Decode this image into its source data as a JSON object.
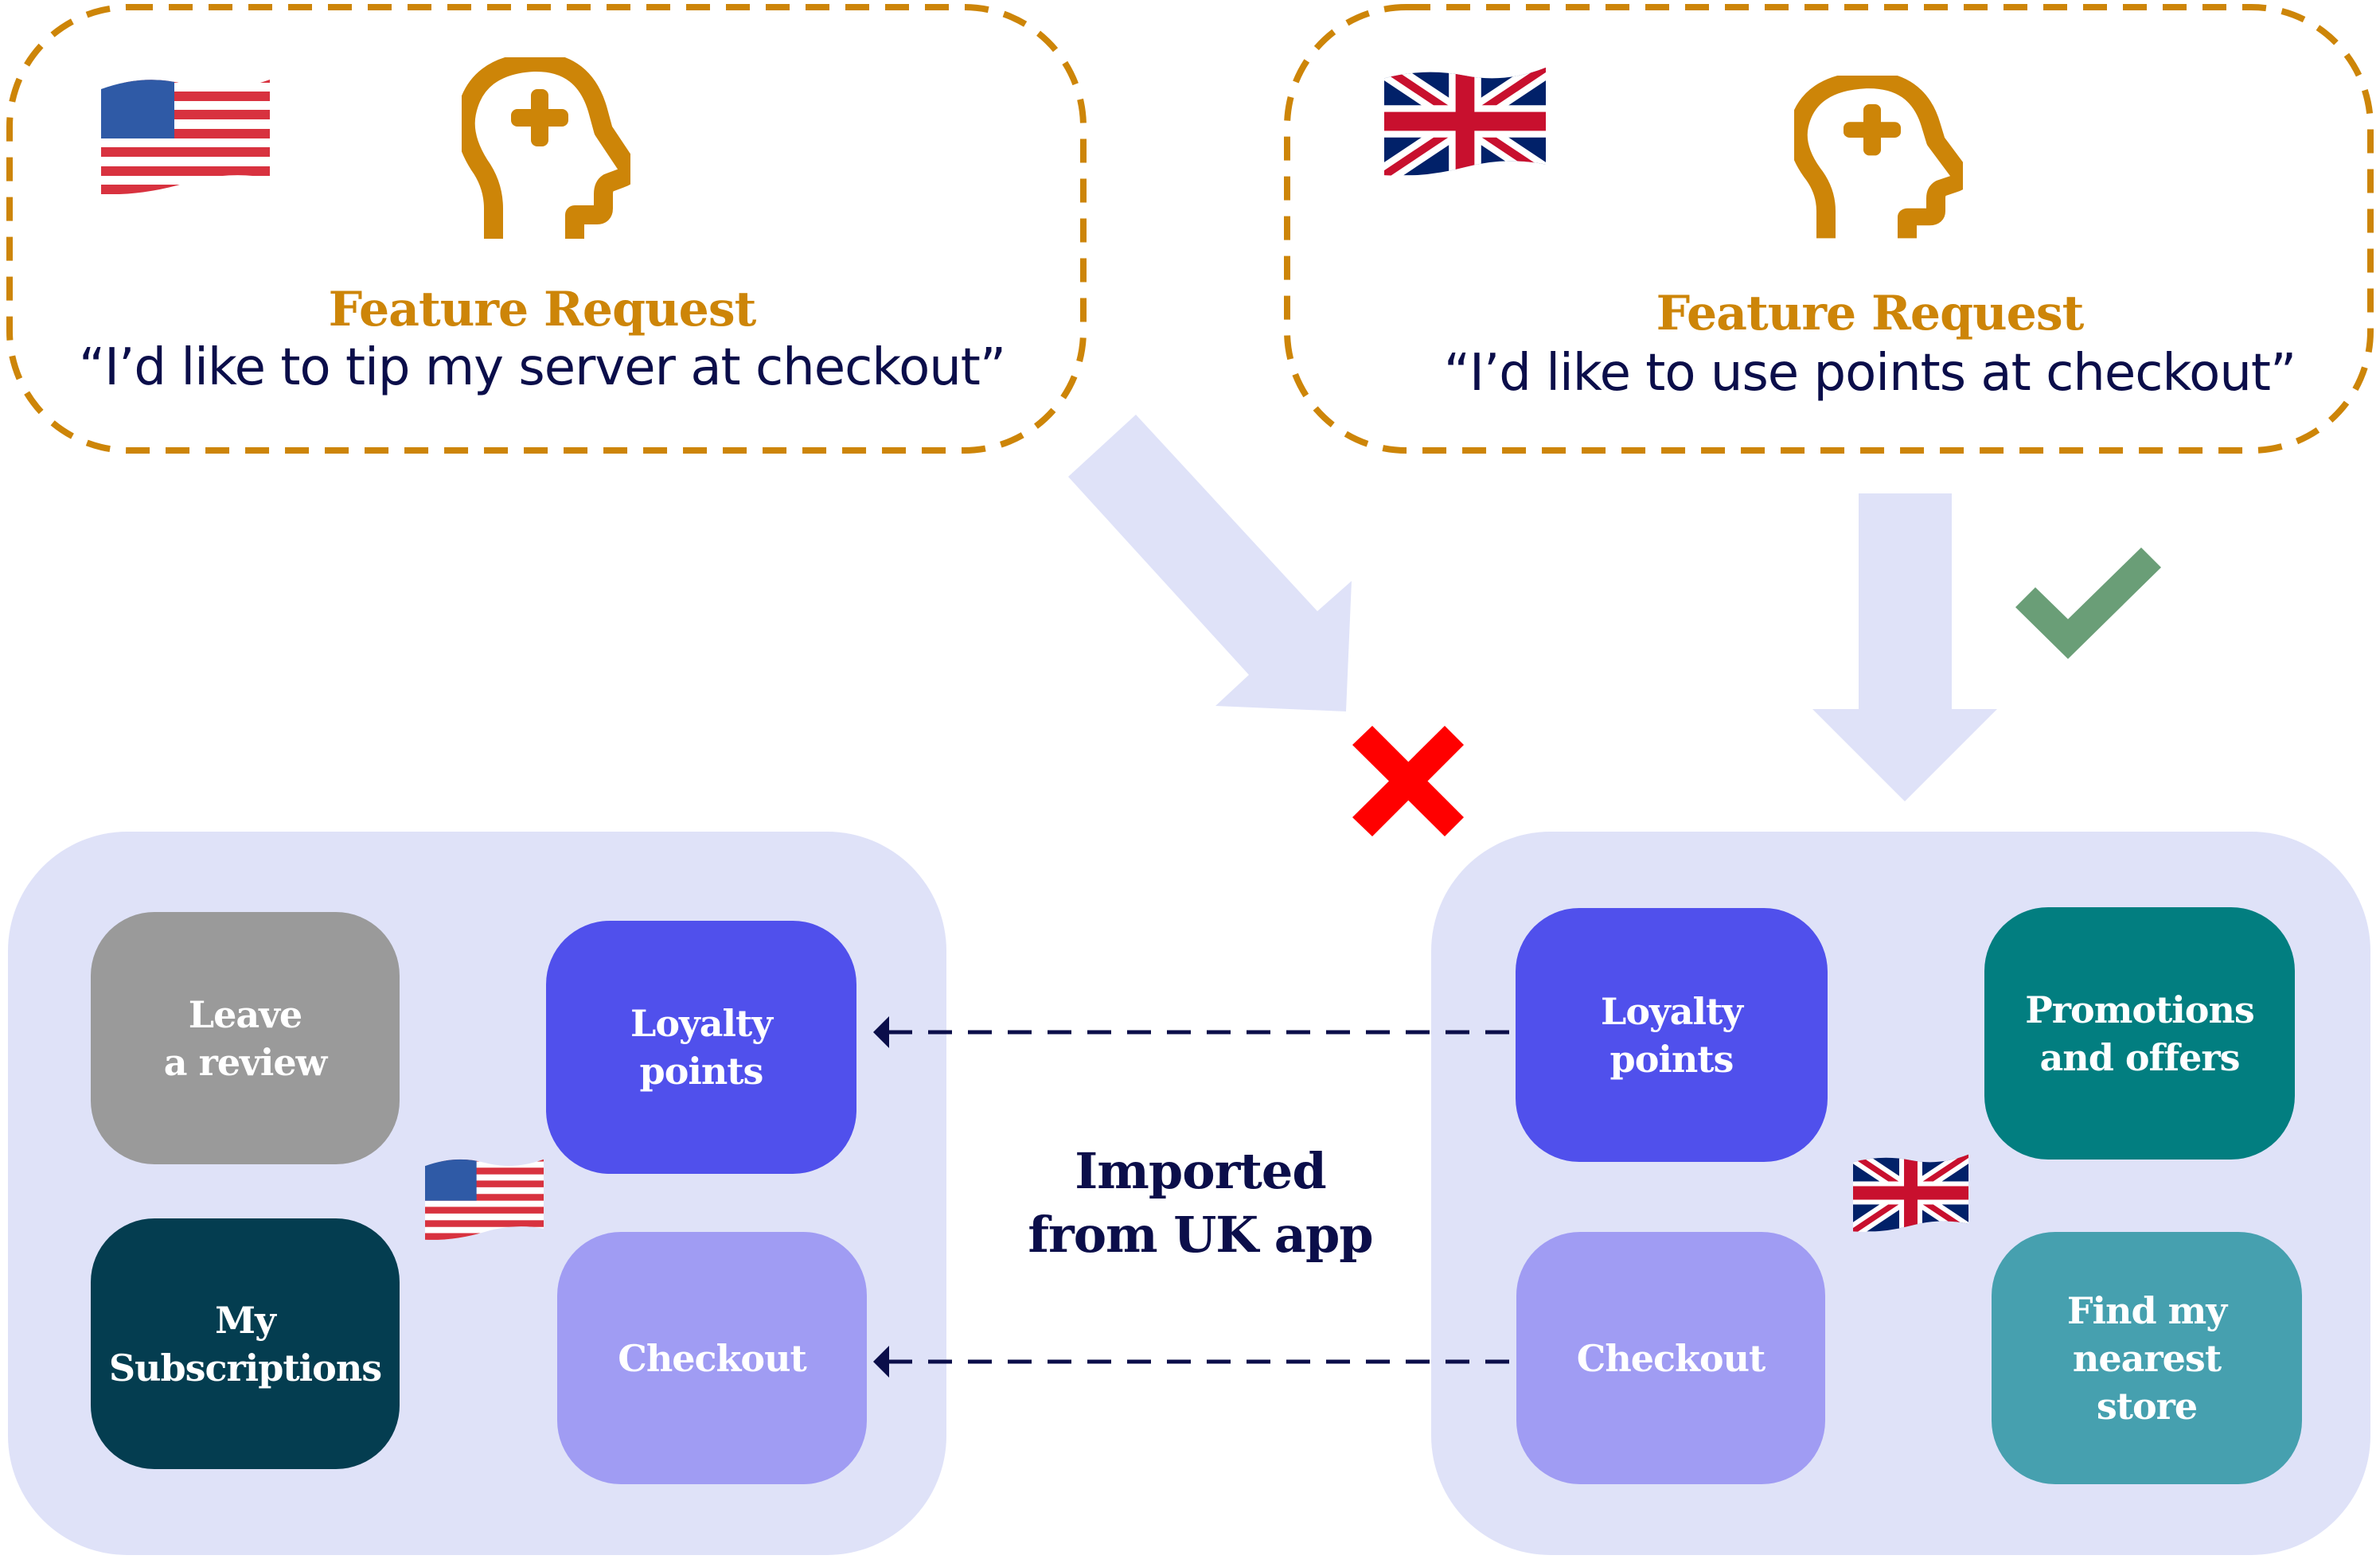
{
  "requests": [
    {
      "country": "US",
      "flag_icon": "us-flag-icon",
      "icon": "head-plus-icon",
      "title": "Feature Request",
      "quote": "“I’d like to tip my server at checkout”",
      "outcome": "rejected",
      "outcome_icon": "cross-icon"
    },
    {
      "country": "UK",
      "flag_icon": "uk-flag-icon",
      "icon": "head-plus-icon",
      "title": "Feature Request",
      "quote": "“I’d like to use points at checkout”",
      "outcome": "accepted",
      "outcome_icon": "check-icon"
    }
  ],
  "apps": {
    "us": {
      "flag_icon": "us-flag-icon",
      "features": [
        {
          "label": "Leave\na review",
          "color": "#9A9A9A"
        },
        {
          "label": "Loyalty\npoints",
          "color": "#5050EC"
        },
        {
          "label": "My\nSubscriptions",
          "color": "#043D50"
        },
        {
          "label": "Checkout",
          "color": "#A09CF3"
        }
      ]
    },
    "uk": {
      "flag_icon": "uk-flag-icon",
      "features": [
        {
          "label": "Loyalty\npoints",
          "color": "#5050EC"
        },
        {
          "label": "Promotions\nand offers",
          "color": "#027E80"
        },
        {
          "label": "Checkout",
          "color": "#A09CF3"
        },
        {
          "label": "Find my\nnearest\nstore",
          "color": "#46A0AF"
        }
      ]
    }
  },
  "import_label": "Imported\nfrom UK app",
  "colors": {
    "accent_gold": "#CD8508",
    "text_navy": "#0B0E4A",
    "panel_bg": "#DFE2F8",
    "arrow_fill": "#DFE2F8",
    "reject_red": "#FF0000",
    "accept_green": "#6A9E77"
  }
}
